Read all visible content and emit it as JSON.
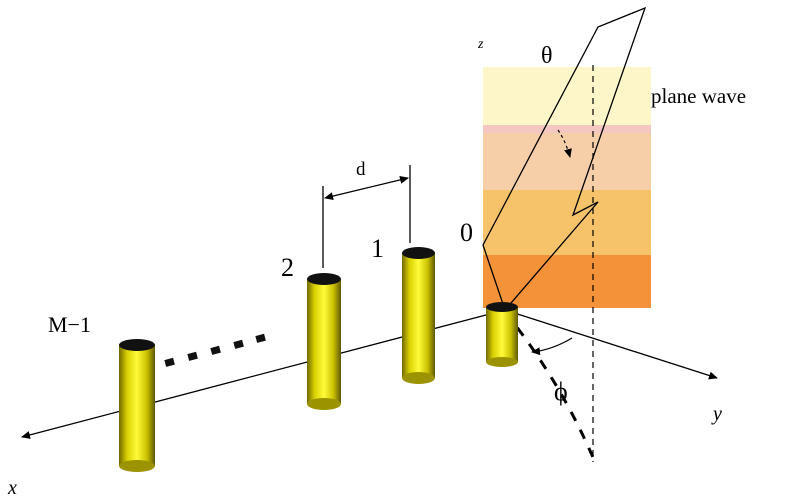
{
  "labels": {
    "z_axis": "z",
    "theta": "θ",
    "plane_wave": "plane wave",
    "origin_element": "0",
    "element_1": "1",
    "element_2": "2",
    "element_last": "M−1",
    "spacing": "d",
    "phi": "ϕ",
    "x_axis": "x",
    "y_axis": "y"
  },
  "colors": {
    "wave_band_1": "#fdf6c8",
    "wave_band_2": "#f6cfa8",
    "wave_band_3": "#f7c36a",
    "wave_band_4": "#f4923a",
    "wave_pink_line": "#f2b8b8",
    "antenna_body": "#eae300",
    "antenna_shade": "#8a8200",
    "antenna_top": "#111111"
  }
}
